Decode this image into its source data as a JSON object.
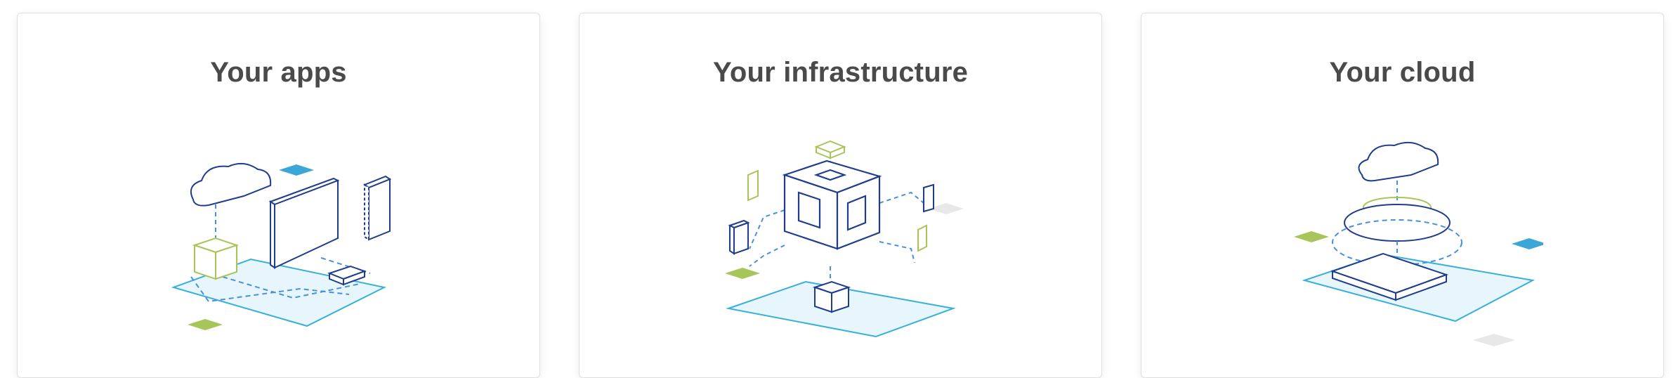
{
  "cards": [
    {
      "title": "Your apps"
    },
    {
      "title": "Your infrastructure"
    },
    {
      "title": "Your cloud"
    }
  ],
  "colors": {
    "navy": "#1f3d8c",
    "blue_dashed": "#4a90d9",
    "platform_fill": "#e7f6fc",
    "platform_stroke": "#3ab0d8",
    "green": "#a8c55a",
    "cyan_diamond": "#3aa7d8",
    "grey_diamond": "#e8e8e8",
    "title_text": "#4a4a4a"
  },
  "icons": [
    "cloud-icon",
    "monitor-icon",
    "server-icon",
    "cube-icon",
    "router-icon",
    "platform-icon",
    "disc-icon",
    "diamond-icon"
  ]
}
